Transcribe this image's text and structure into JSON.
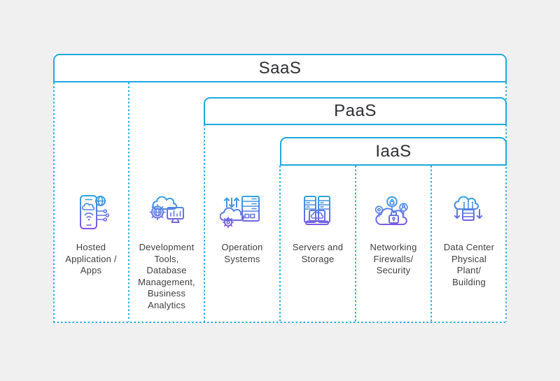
{
  "colors": {
    "accent": "#1ea9dd",
    "dash": "#27ade3",
    "background": "#f1f0f1",
    "surface": "#ffffff",
    "heading_text": "#2d2f33",
    "label_text": "#3e3f42",
    "icon_gradient_top": "#2aa9e1",
    "icon_gradient_bottom": "#8d4ce3"
  },
  "layers": [
    {
      "id": "saas",
      "label": "SaaS"
    },
    {
      "id": "paas",
      "label": "PaaS"
    },
    {
      "id": "iaas",
      "label": "IaaS"
    }
  ],
  "columns": [
    {
      "icon": "hosted-apps-icon",
      "label": "Hosted\nApplication /\nApps"
    },
    {
      "icon": "dev-tools-icon",
      "label": "Development\nTools,\nDatabase\nManagement,\nBusiness\nAnalytics"
    },
    {
      "icon": "operating-systems-icon",
      "label": "Operation\nSystems"
    },
    {
      "icon": "servers-storage-icon",
      "label": "Servers and\nStorage"
    },
    {
      "icon": "network-security-icon",
      "label": "Networking\nFirewalls/\nSecurity"
    },
    {
      "icon": "data-center-icon",
      "label": "Data Center\nPhysical\nPlant/\nBuilding"
    }
  ]
}
